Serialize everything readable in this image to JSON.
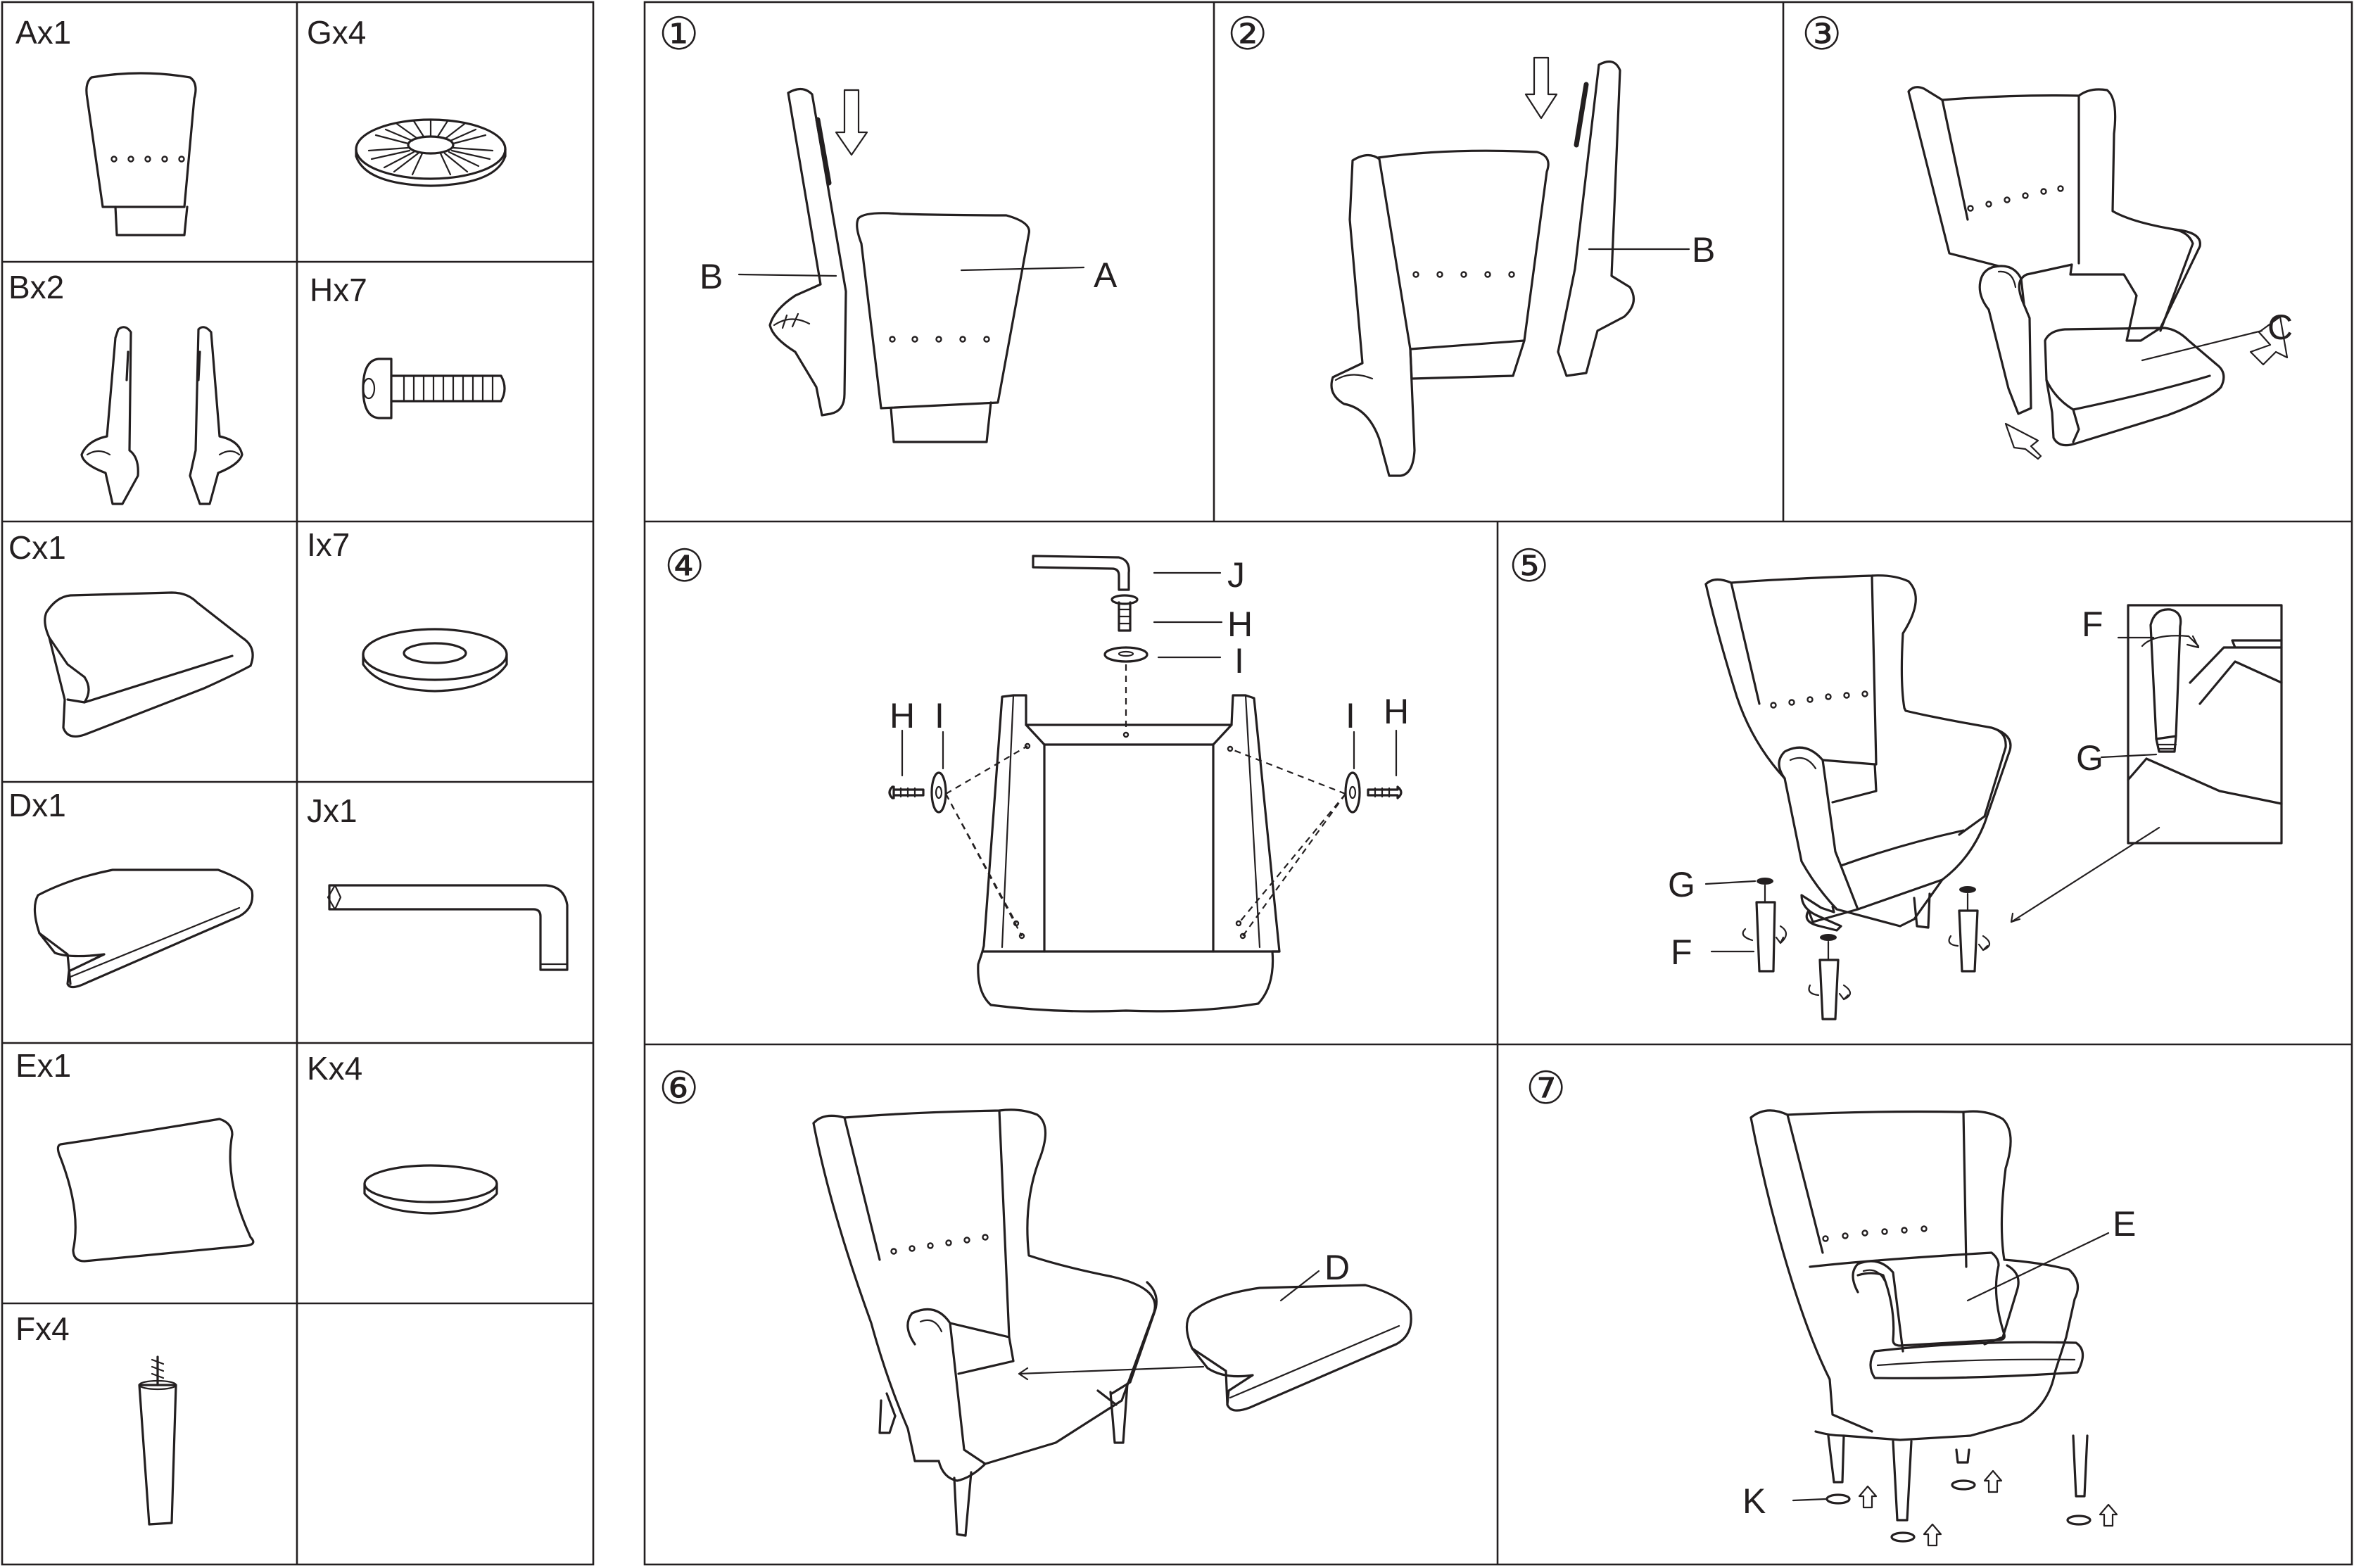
{
  "parts": [
    {
      "id": "A",
      "label": "Ax1"
    },
    {
      "id": "G",
      "label": "Gx4"
    },
    {
      "id": "B",
      "label": "Bx2"
    },
    {
      "id": "H",
      "label": "Hx7"
    },
    {
      "id": "C",
      "label": "Cx1"
    },
    {
      "id": "I",
      "label": "Ix7"
    },
    {
      "id": "D",
      "label": "Dx1"
    },
    {
      "id": "J",
      "label": "Jx1"
    },
    {
      "id": "E",
      "label": "Ex1"
    },
    {
      "id": "K",
      "label": "Kx4"
    },
    {
      "id": "F",
      "label": "Fx4"
    }
  ],
  "steps": [
    {
      "num": "①"
    },
    {
      "num": "②"
    },
    {
      "num": "③"
    },
    {
      "num": "④"
    },
    {
      "num": "⑤"
    },
    {
      "num": "⑥"
    },
    {
      "num": "⑦"
    }
  ],
  "callouts": {
    "s1_b": "B",
    "s1_a": "A",
    "s2_b": "B",
    "s3_c": "C",
    "s4_j": "J",
    "s4_h": "H",
    "s4_i": "I",
    "s4_hl": "H",
    "s4_il": "I",
    "s4_ir": "I",
    "s4_hr": "H",
    "s5_f_detail": "F",
    "s5_g_detail": "G",
    "s5_g": "G",
    "s5_f": "F",
    "s6_d": "D",
    "s7_e": "E",
    "s7_k": "K"
  }
}
